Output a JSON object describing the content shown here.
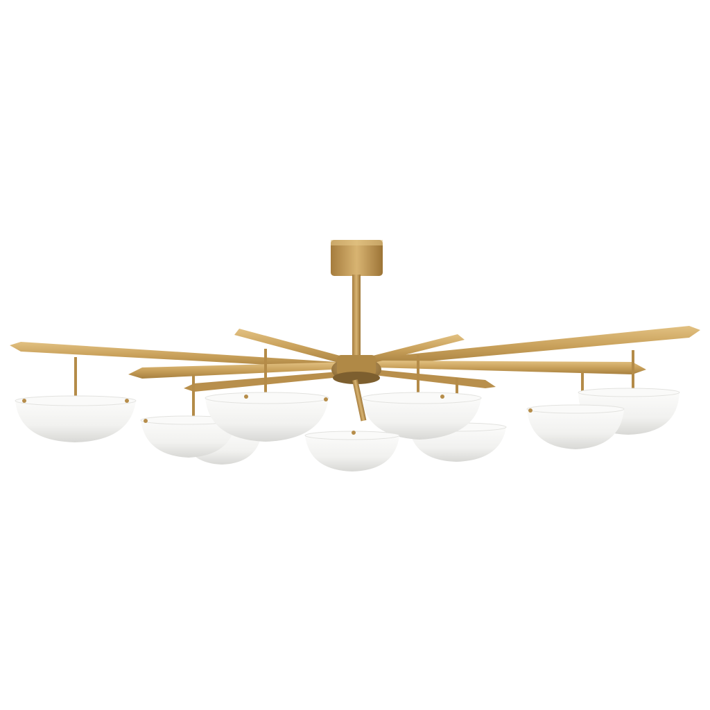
{
  "image": {
    "subject": "chandelier-product-photo",
    "background_color": "#ffffff",
    "colors": {
      "brass_light": "#d9b574",
      "brass_mid": "#c49a55",
      "brass_dark": "#8a6a36",
      "shade_white": "#f6f6f4",
      "shade_shadow": "#d9d9d6",
      "shade_inner": "#ececea"
    },
    "shade_count": 9,
    "arm_count": 8
  }
}
